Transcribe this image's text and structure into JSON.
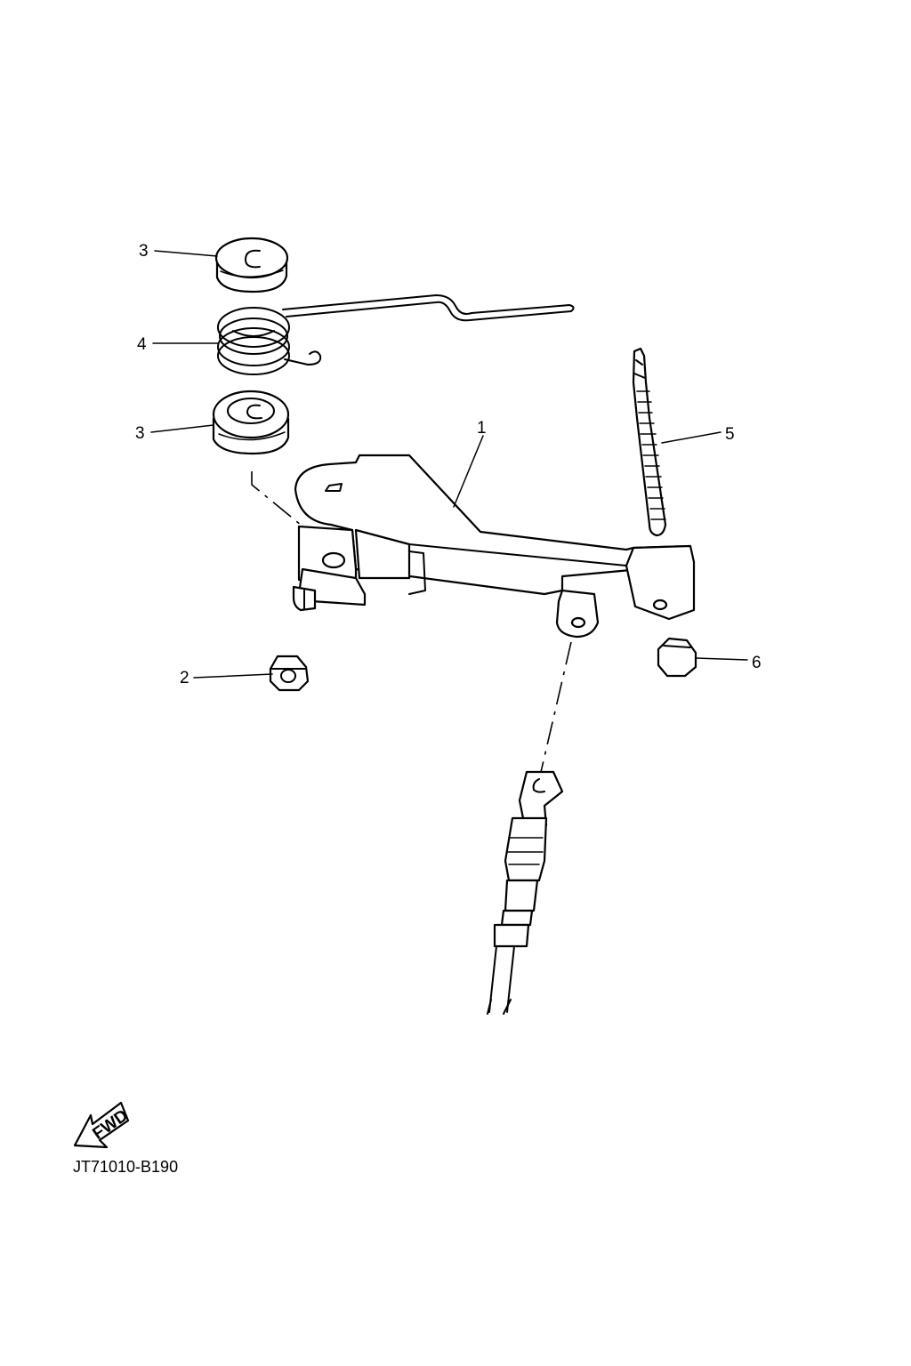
{
  "callouts": {
    "c1": "1",
    "c2": "2",
    "c3a": "3",
    "c3b": "3",
    "c4": "4",
    "c5": "5",
    "c6": "6"
  },
  "fwd_label": "FWD",
  "drawing_code": "JT71010-B190",
  "parts": [
    "bracket",
    "nut",
    "grommet",
    "torsion-spring",
    "adjusting-screw",
    "cap-nut",
    "cable"
  ]
}
